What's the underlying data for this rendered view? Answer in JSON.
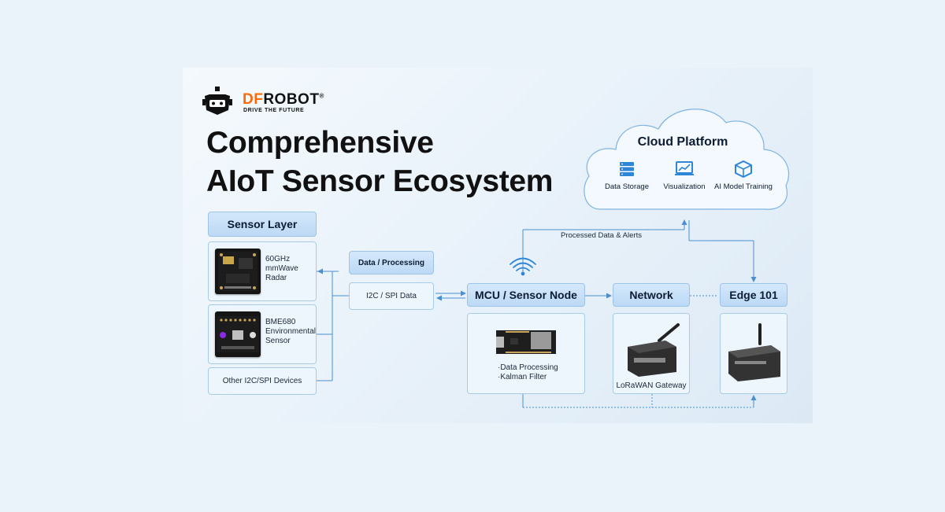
{
  "brand": {
    "name_prefix": "DF",
    "name_suffix": "ROBOT",
    "registered": "®",
    "tagline": "DRIVE THE FUTURE"
  },
  "title": {
    "line1": "Comprehensive",
    "line2": "AIoT Sensor Ecosystem"
  },
  "sensor_layer": {
    "header": "Sensor Layer",
    "items": [
      {
        "label": "60GHz mmWave Radar"
      },
      {
        "label": "BME680 Environmental Sensor"
      },
      {
        "label": "Other I2C/SPI Devices"
      }
    ]
  },
  "processing": {
    "header": "Data / Processing",
    "panel": "I2C / SPI Data"
  },
  "mcu": {
    "header": "MCU / Sensor Node",
    "features": [
      "·Data Processing",
      "·Kalman Filter"
    ]
  },
  "network": {
    "header": "Network",
    "caption": "LoRaWAN Gateway"
  },
  "edge": {
    "header": "Edge 101"
  },
  "cloud": {
    "title": "Cloud Platform",
    "items": [
      {
        "label": "Data Storage",
        "icon": "database-icon"
      },
      {
        "label": "Visualization",
        "icon": "chart-monitor-icon"
      },
      {
        "label": "AI Model Training",
        "icon": "cube-icon"
      }
    ]
  },
  "flow_label": "Processed Data & Alerts",
  "colors": {
    "accent_orange": "#ff6a00",
    "header_blue": "#bcd9f5",
    "icon_blue": "#2f86d8",
    "line_blue": "#4a8fd0"
  }
}
